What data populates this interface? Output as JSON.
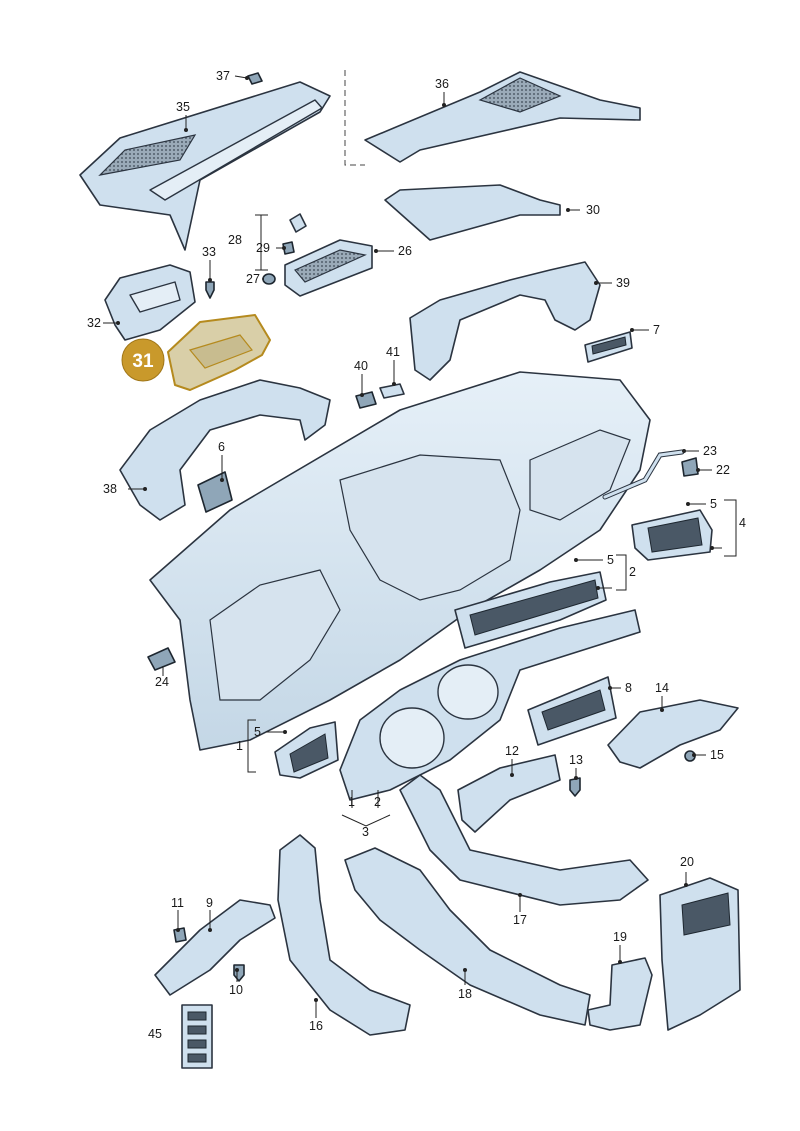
{
  "highlighted_part": "31",
  "colors": {
    "part_fill": "#cfe0ee",
    "outline": "#2b3440",
    "highlight_fill": "#d9cfa8",
    "highlight_badge": "#c9992b"
  },
  "labels": {
    "p1a": "1",
    "p1b": "1",
    "p2a": "2",
    "p2b": "2",
    "p3": "3",
    "p4": "4",
    "p5a": "5",
    "p5b": "5",
    "p5c": "5",
    "p6": "6",
    "p7": "7",
    "p8": "8",
    "p9": "9",
    "p10": "10",
    "p11": "11",
    "p12": "12",
    "p13": "13",
    "p14": "14",
    "p15": "15",
    "p16": "16",
    "p17": "17",
    "p18": "18",
    "p19": "19",
    "p20": "20",
    "p22": "22",
    "p23": "23",
    "p24": "24",
    "p26": "26",
    "p27": "27",
    "p28": "28",
    "p29": "29",
    "p30": "30",
    "p31": "31",
    "p32": "32",
    "p33": "33",
    "p35": "35",
    "p36": "36",
    "p37": "37",
    "p38": "38",
    "p39": "39",
    "p40": "40",
    "p41": "41",
    "p45": "45"
  }
}
